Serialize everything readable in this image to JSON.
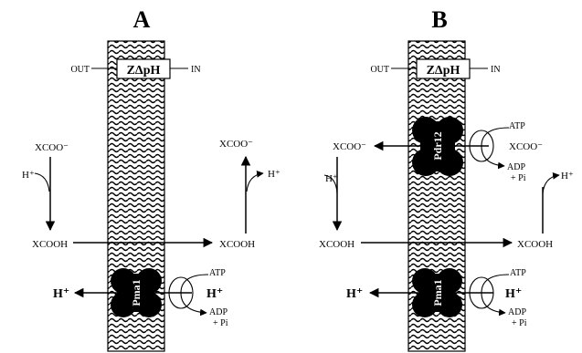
{
  "panels": [
    {
      "title": "A",
      "box_label": "ZΔpH",
      "out_label": "OUT",
      "in_label": "IN",
      "xcoo_left": "XCOO⁻",
      "xcoo_right": "XCOO⁻",
      "h_left": "H⁺",
      "h_right": "H⁺",
      "xcooh_left": "XCOOH",
      "xcooh_right": "XCOOH",
      "pump": {
        "name": "Pma1",
        "atp": "ATP",
        "adp": "ADP",
        "pi": "+ Pi",
        "h_out": "H⁺",
        "h_in": "H⁺"
      }
    },
    {
      "title": "B",
      "box_label": "ZΔpH",
      "out_label": "OUT",
      "in_label": "IN",
      "xcoo_left": "XCOO⁻",
      "xcoo_right": "XCOO⁻",
      "h_left": "H⁺",
      "h_right": "H⁺",
      "xcooh_left": "XCOOH",
      "xcooh_right": "XCOOH",
      "transporter": {
        "name": "Pdr12",
        "atp": "ATP",
        "adp": "ADP",
        "pi": "+ Pi",
        "xcoo_out": "XCOO⁻",
        "xcoo_in": "XCOO⁻"
      },
      "pump": {
        "name": "Pma1",
        "atp": "ATP",
        "adp": "ADP",
        "pi": "+ Pi",
        "h_out": "H⁺",
        "h_in": "H⁺"
      }
    }
  ],
  "colors": {
    "ink": "#000000",
    "background": "#ffffff"
  },
  "icons": {
    "membrane": "lipid-bilayer-pattern",
    "protein": "membrane-protein-blob"
  }
}
